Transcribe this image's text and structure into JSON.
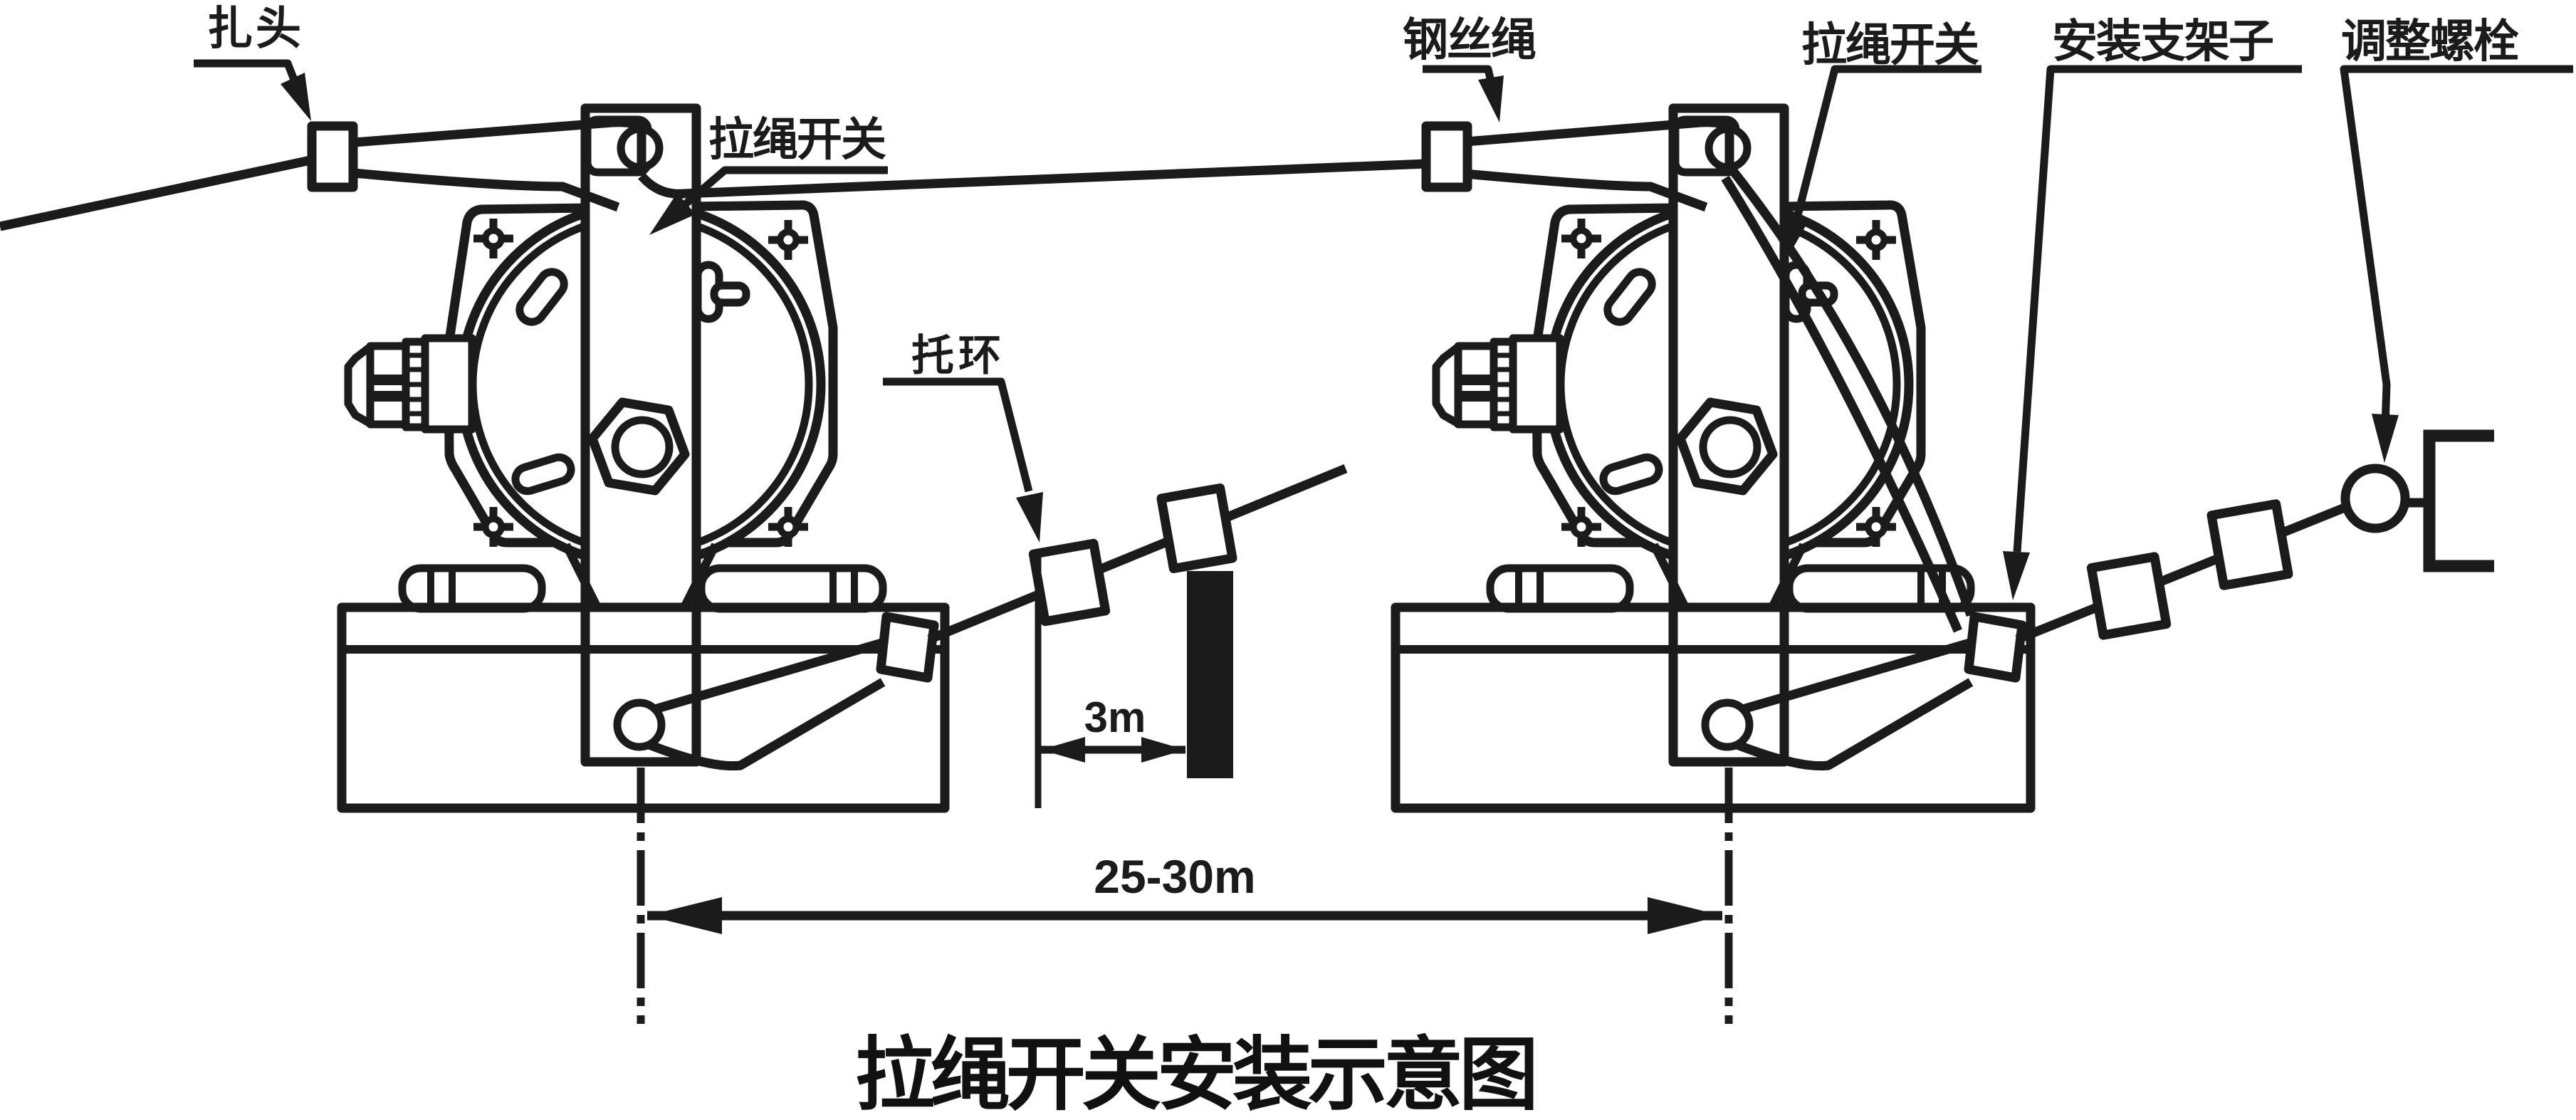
{
  "diagram": {
    "title": "拉绳开关安装示意图",
    "labels": {
      "zha_tou": "扎头",
      "la_sheng_kai_guan_left": "拉绳开关",
      "tuo_huan": "托环",
      "gang_si_sheng": "钢丝绳",
      "la_sheng_kai_guan_right": "拉绳开关",
      "an_zhuang_zhi_jia_zi": "安装支架子",
      "tiao_zheng_luo_shuan": "调整螺栓"
    },
    "dimensions": {
      "ring_spacing": "3m",
      "switch_spacing": "25-30m"
    },
    "colors": {
      "line": "#1b1b1b",
      "background": "#ffffff"
    }
  }
}
